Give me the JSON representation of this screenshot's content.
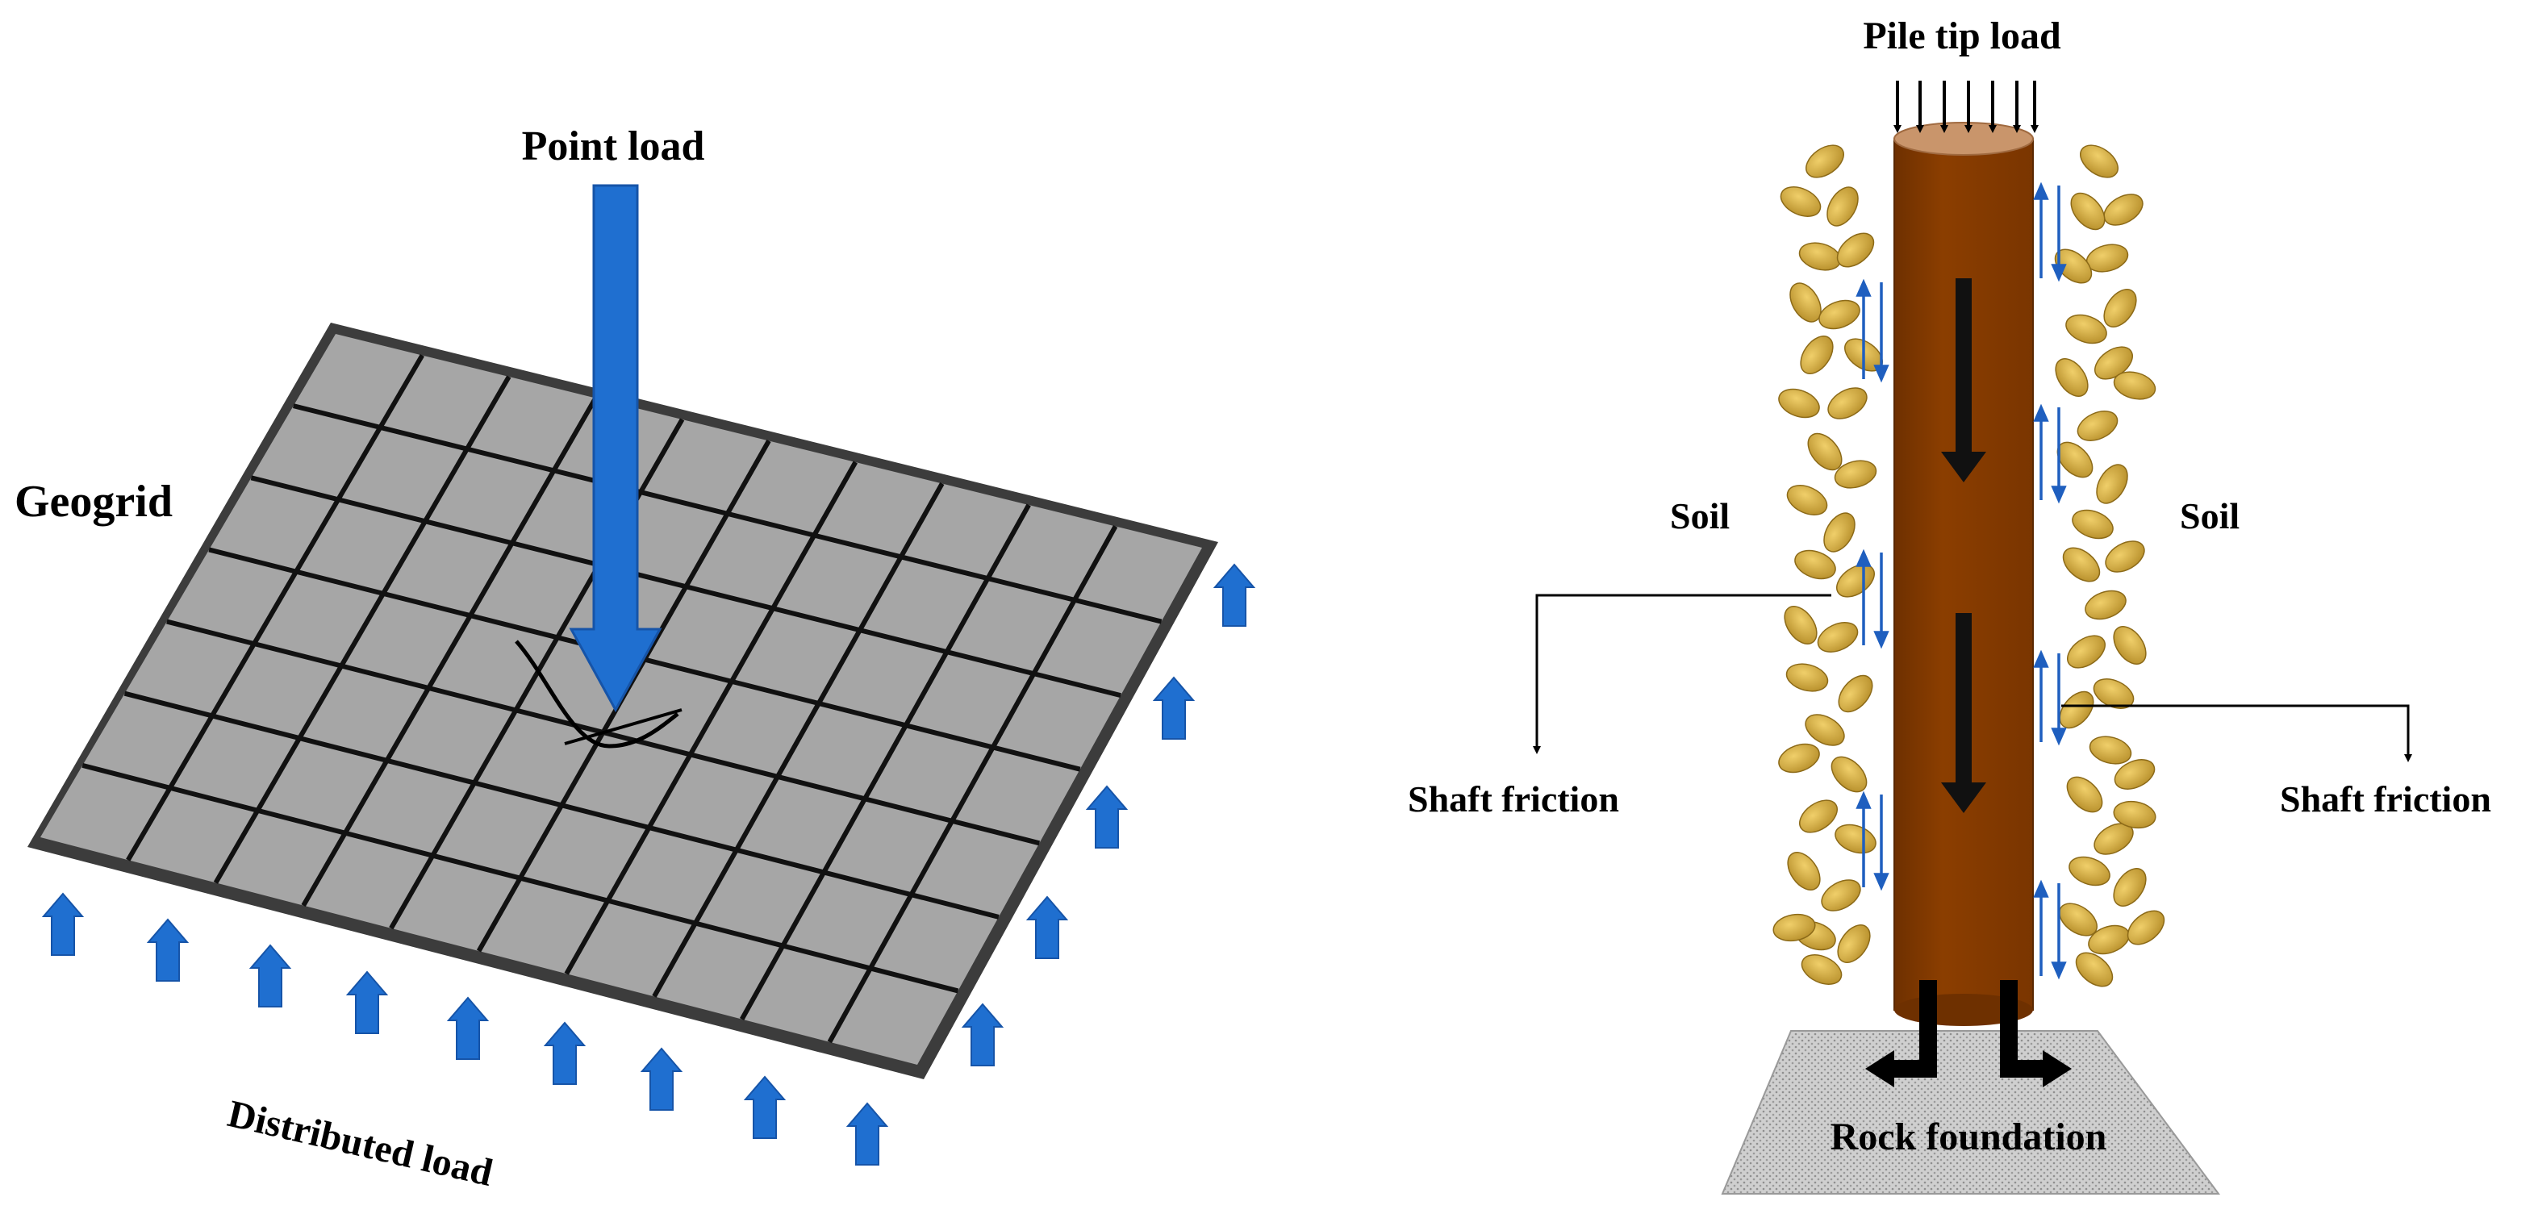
{
  "left_panel": {
    "labels": {
      "point_load": "Point load",
      "geogrid": "Geogrid",
      "distributed_load": "Distributed load"
    }
  },
  "right_panel": {
    "labels": {
      "pile_tip_load": "Pile tip load",
      "soil_left": "Soil",
      "soil_right": "Soil",
      "shaft_friction_left": "Shaft friction",
      "shaft_friction_right": "Shaft friction",
      "rock_foundation": "Rock foundation"
    }
  },
  "colors": {
    "load_arrow_blue": "#1f6fd0",
    "geogrid_fill": "#a6a6a6",
    "grid_line": "#111111",
    "pile_brown": "#8b3e00",
    "pile_top": "#c9956b",
    "soil_grain": "#d9b44a",
    "rock_fill": "#c8c8c8",
    "friction_arrow": "#1f5fbf"
  }
}
